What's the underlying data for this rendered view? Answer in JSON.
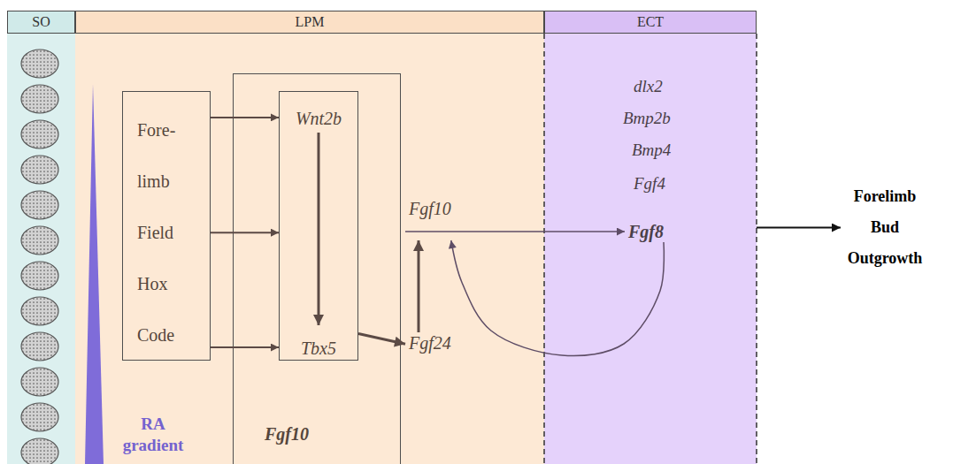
{
  "diagram": {
    "nodes": [
      {
        "text": [
          "SO"
        ]
      },
      {
        "text": [
          "LPM"
        ]
      },
      {
        "text": [
          "Fore- limb Field Hox Code"
        ],
        "in": 1
      },
      {
        "text": [
          "Fgf10"
        ],
        "in": 1
      },
      {
        "text": [
          "Wnt2b",
          "Tbx5"
        ],
        "in": 3
      },
      {
        "text": [
          "Fgf10"
        ],
        "in": 1
      },
      {
        "text": [
          "Fgf24"
        ],
        "in": 1
      },
      {
        "text": [
          "ECT"
        ]
      },
      {
        "text": [
          "dlx2"
        ],
        "in": 7
      },
      {
        "text": [
          "Bmp2b"
        ],
        "in": 7
      },
      {
        "text": [
          "Bmp4"
        ],
        "in": 7
      },
      {
        "text": [
          "Fgf4"
        ],
        "in": 7
      },
      {
        "text": [
          "Fgf8"
        ],
        "in": 7
      },
      {
        "text": [
          "Forelimb Bud Outgrowth"
        ]
      }
    ],
    "edges": [
      {
        "from": 2,
        "to": 4,
        "arrow": "to"
      },
      {
        "from": 2,
        "to": 4,
        "arrow": "to"
      },
      {
        "from": 2,
        "to": 4,
        "arrow": "to"
      },
      {
        "from": 4,
        "to": 6,
        "arrow": "to"
      },
      {
        "from": 6,
        "to": 5,
        "arrow": "to"
      },
      {
        "from": 5,
        "to": 12,
        "arrow": "to"
      },
      {
        "from": 12,
        "to": 5,
        "arrow": "to"
      },
      {
        "from": 7,
        "to": 13,
        "arrow": "to"
      }
    ],
    "labels": [
      "RA gradient"
    ]
  }
}
